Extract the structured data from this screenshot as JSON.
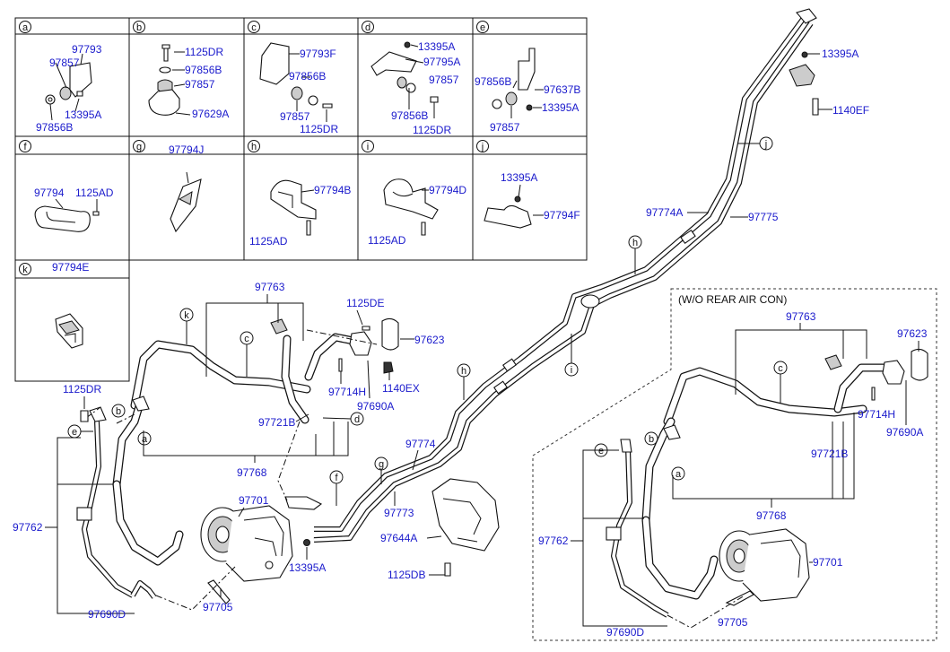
{
  "detail_cells": [
    {
      "letter": "a",
      "parts": [
        "97793",
        "97857",
        "13395A",
        "97856B"
      ]
    },
    {
      "letter": "b",
      "parts": [
        "1125DR",
        "97856B",
        "97857",
        "97629A"
      ]
    },
    {
      "letter": "c",
      "parts": [
        "97793F",
        "97856B",
        "97857",
        "1125DR"
      ]
    },
    {
      "letter": "d",
      "parts": [
        "13395A",
        "97795A",
        "97857",
        "97856B",
        "1125DR"
      ]
    },
    {
      "letter": "e",
      "parts": [
        "97856B",
        "97637B",
        "13395A",
        "97857"
      ]
    },
    {
      "letter": "f",
      "parts": [
        "97794",
        "1125AD"
      ]
    },
    {
      "letter": "g",
      "parts": [
        "97794J"
      ]
    },
    {
      "letter": "h",
      "parts": [
        "97794B",
        "1125AD"
      ]
    },
    {
      "letter": "i",
      "parts": [
        "97794D",
        "1125AD"
      ]
    },
    {
      "letter": "j",
      "parts": [
        "13395A",
        "97794F"
      ]
    },
    {
      "letter": "k",
      "parts": [
        "97794E"
      ]
    }
  ],
  "main_labels": {
    "p97763": "97763",
    "p1125DE": "1125DE",
    "p97623": "97623",
    "p97714H": "97714H",
    "p1140EX": "1140EX",
    "p97690A": "97690A",
    "p97721B": "97721B",
    "p97768": "97768",
    "p1125DR": "1125DR",
    "p97762": "97762",
    "p97701": "97701",
    "p97705": "97705",
    "p97690D": "97690D",
    "p13395A_mid": "13395A",
    "p97774": "97774",
    "p97773": "97773",
    "p97644A": "97644A",
    "p1125DB": "1125DB",
    "p97774A": "97774A",
    "p97775": "97775",
    "p13395A_top": "13395A",
    "p1140EF": "1140EF"
  },
  "callouts": {
    "k": "k",
    "c": "c",
    "b": "b",
    "e": "e",
    "a": "a",
    "d": "d",
    "f": "f",
    "g": "g",
    "h1": "h",
    "h2": "h",
    "i": "i",
    "j": "j"
  },
  "inset": {
    "title": "(W/O REAR AIR CON)",
    "p97763": "97763",
    "p97623": "97623",
    "p97714H": "97714H",
    "p97690A": "97690A",
    "p97721B": "97721B",
    "p97768": "97768",
    "p97762": "97762",
    "p97701": "97701",
    "p97705": "97705",
    "p97690D": "97690D",
    "c": "c",
    "b": "b",
    "e": "e",
    "a": "a"
  }
}
